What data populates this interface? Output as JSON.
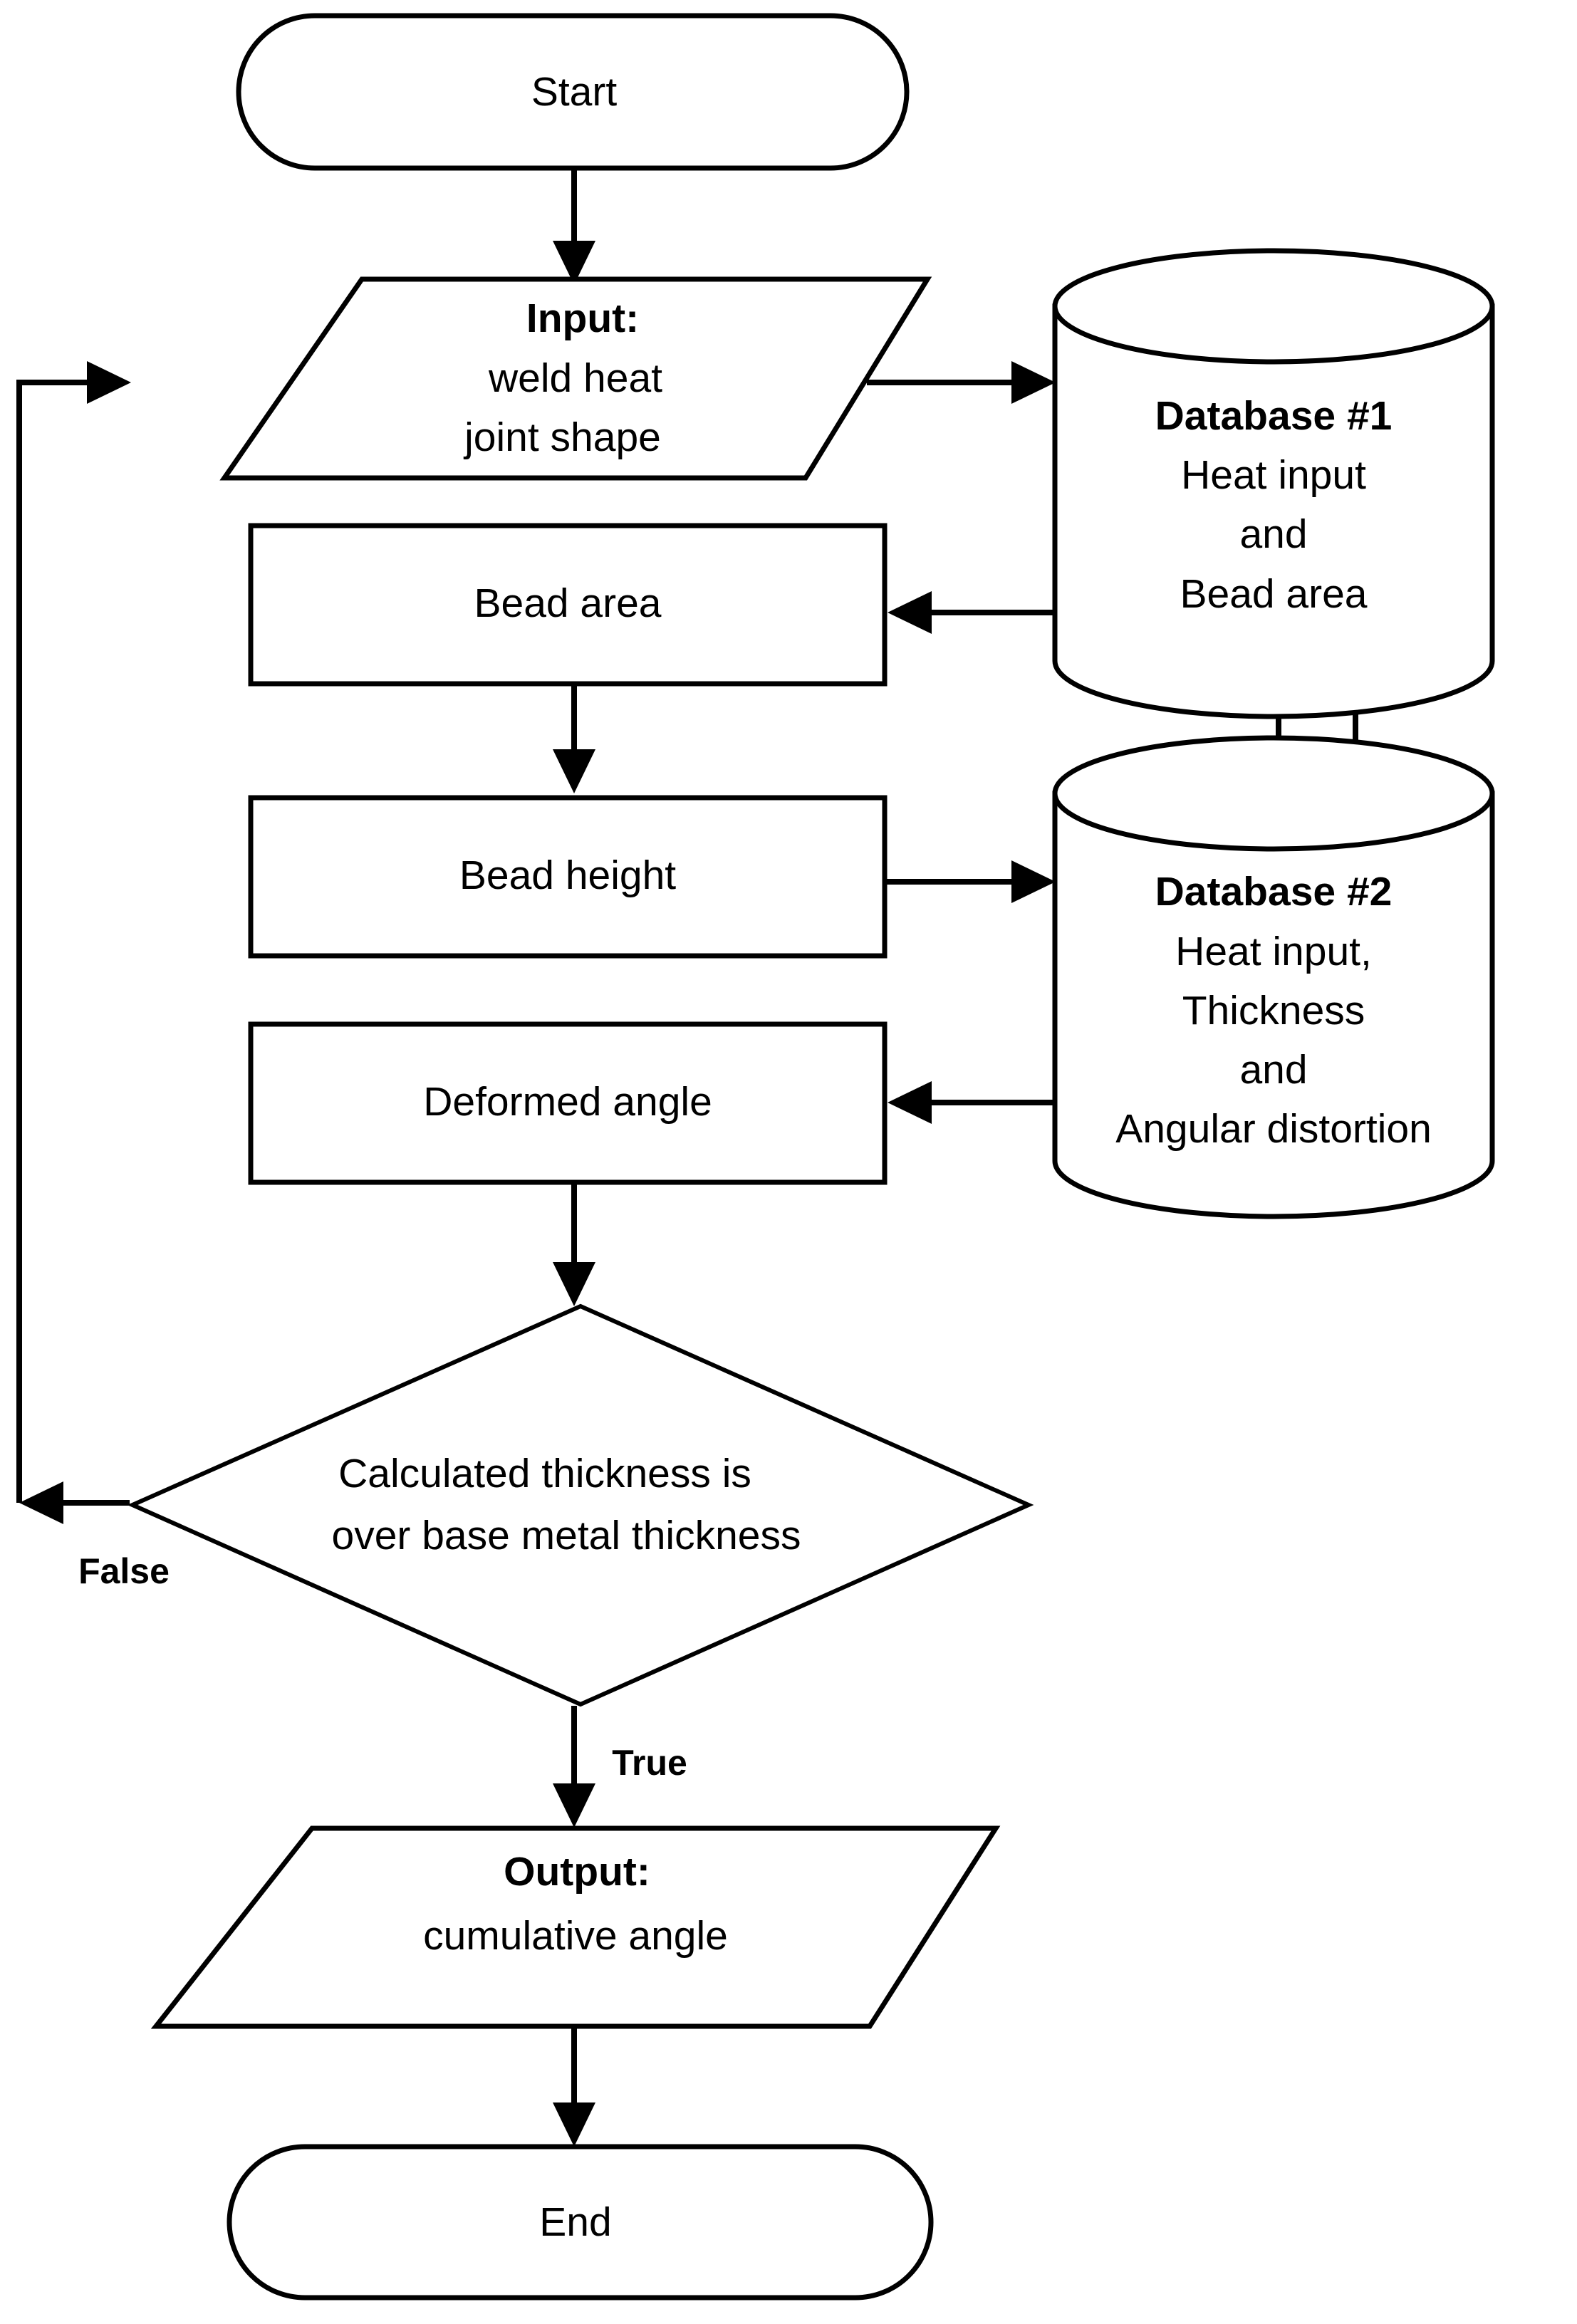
{
  "diagram": {
    "title": "Welding angular distortion prediction flowchart",
    "background_color": "#ffffff",
    "line_color": "#000000",
    "text_color": "#000000"
  },
  "nodes": {
    "start": {
      "type": "terminator",
      "label": "Start"
    },
    "input": {
      "type": "parallelogram",
      "line1": "Input:",
      "line2": "weld  heat",
      "line3": "joint shape"
    },
    "bead_area": {
      "type": "process",
      "label": "Bead area"
    },
    "bead_height": {
      "type": "process",
      "label": "Bead height"
    },
    "deformed_angle": {
      "type": "process",
      "label": "Deformed angle"
    },
    "database1": {
      "type": "database",
      "line1": "Database #1",
      "line2": "Heat input",
      "line3": "and",
      "line4": "Bead area"
    },
    "database2": {
      "type": "database",
      "line1": "Database #2",
      "line2": "Heat input,",
      "line3": "Thickness",
      "line4": "and",
      "line5": "Angular  distortion"
    },
    "decision": {
      "type": "diamond",
      "line1": "Calculated thickness is",
      "line2": "over base metal thickness"
    },
    "output": {
      "type": "parallelogram",
      "line1": "Output:",
      "line2": "cumulative  angle"
    },
    "end": {
      "type": "terminator",
      "label": "End"
    }
  },
  "branch_labels": {
    "false": "False",
    "true": "True"
  }
}
